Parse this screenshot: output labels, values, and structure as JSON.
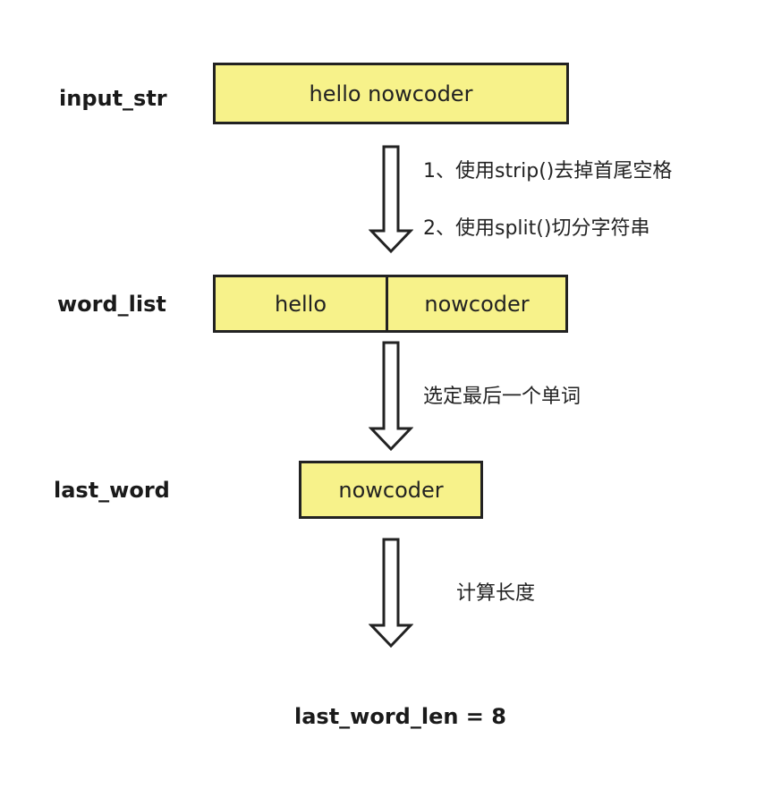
{
  "colors": {
    "box_fill": "#f7f28a",
    "box_border": "#222222",
    "text": "#222222"
  },
  "rows": {
    "input_str": {
      "label": "input_str",
      "value": "hello nowcoder"
    },
    "word_list": {
      "label": "word_list",
      "cells": [
        "hello",
        "nowcoder"
      ]
    },
    "last_word": {
      "label": "last_word",
      "value": "nowcoder"
    }
  },
  "steps": {
    "step1": "1、使用strip()去掉首尾空格",
    "step2": "2、使用split()切分字符串",
    "step3": "选定最后一个单词",
    "step4": "计算长度"
  },
  "result": "last_word_len = 8"
}
